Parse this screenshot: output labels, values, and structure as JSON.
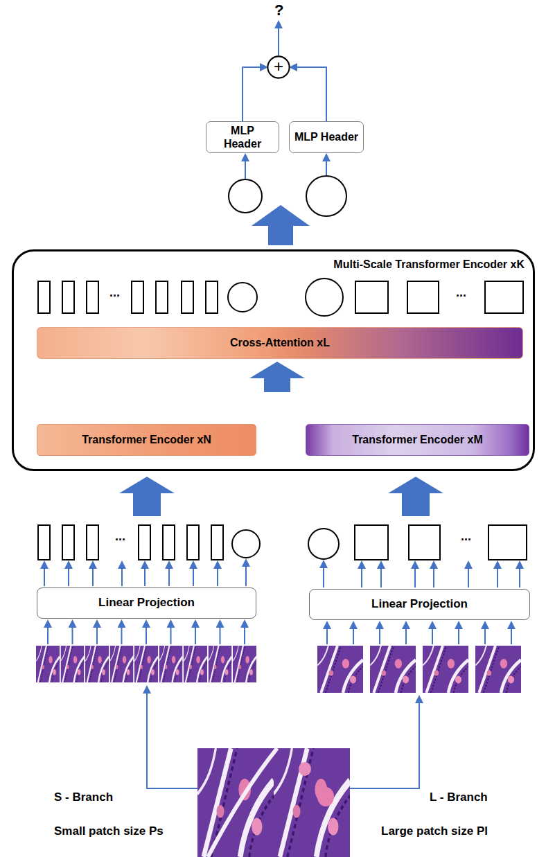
{
  "diagram": {
    "nodes": [
      {
        "text": [
          "+"
        ]
      },
      {
        "text": [
          "MLP Header"
        ]
      },
      {
        "text": [
          "MLP Header"
        ]
      },
      {
        "text": [
          "Multi-Scale Transformer Encoder xK"
        ]
      },
      {
        "text": [
          "Cross-Attention xL"
        ],
        "in": 3
      },
      {
        "text": [
          "Transformer Encoder xN"
        ],
        "in": 3
      },
      {
        "text": [
          "Transformer Encoder xM"
        ],
        "in": 3
      },
      {
        "text": [
          "Linear Projection"
        ]
      },
      {
        "text": [
          "Linear Projection"
        ]
      }
    ],
    "edges": [
      {
        "from": 1,
        "to": 0,
        "arrow": "to"
      },
      {
        "from": 2,
        "to": 0,
        "arrow": "to"
      }
    ],
    "labels": [
      "?",
      "...",
      "...",
      "...",
      "...",
      "S - Branch",
      "Small patch size Ps",
      "L - Branch",
      "Large patch size Pl"
    ]
  }
}
